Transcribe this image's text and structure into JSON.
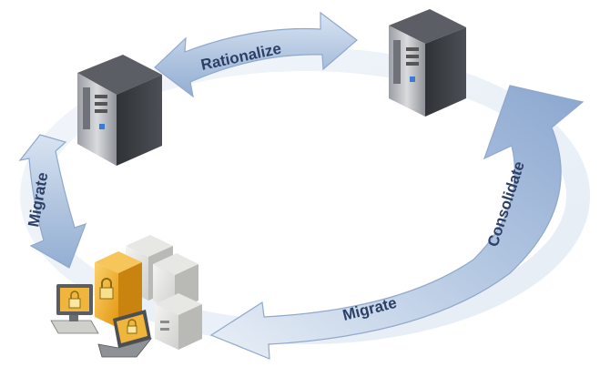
{
  "diagram": {
    "arrows": [
      {
        "id": "rationalize",
        "label": "Rationalize"
      },
      {
        "id": "migrate-left",
        "label": "Migrate"
      },
      {
        "id": "migrate-bottom",
        "label": "Migrate"
      },
      {
        "id": "consolidate",
        "label": "Consolidate"
      }
    ],
    "nodes": [
      {
        "id": "server-left",
        "icon": "tower-server-icon"
      },
      {
        "id": "server-right",
        "icon": "tower-server-icon"
      },
      {
        "id": "server-cluster",
        "icon": "server-cluster-icon"
      }
    ],
    "colors": {
      "arrow_fill": "#b3c7e2",
      "arrow_stroke": "#8fa8cb",
      "label": "#2c3f66",
      "server_body": "#3f4247",
      "lock_accent": "#e8a417"
    }
  }
}
